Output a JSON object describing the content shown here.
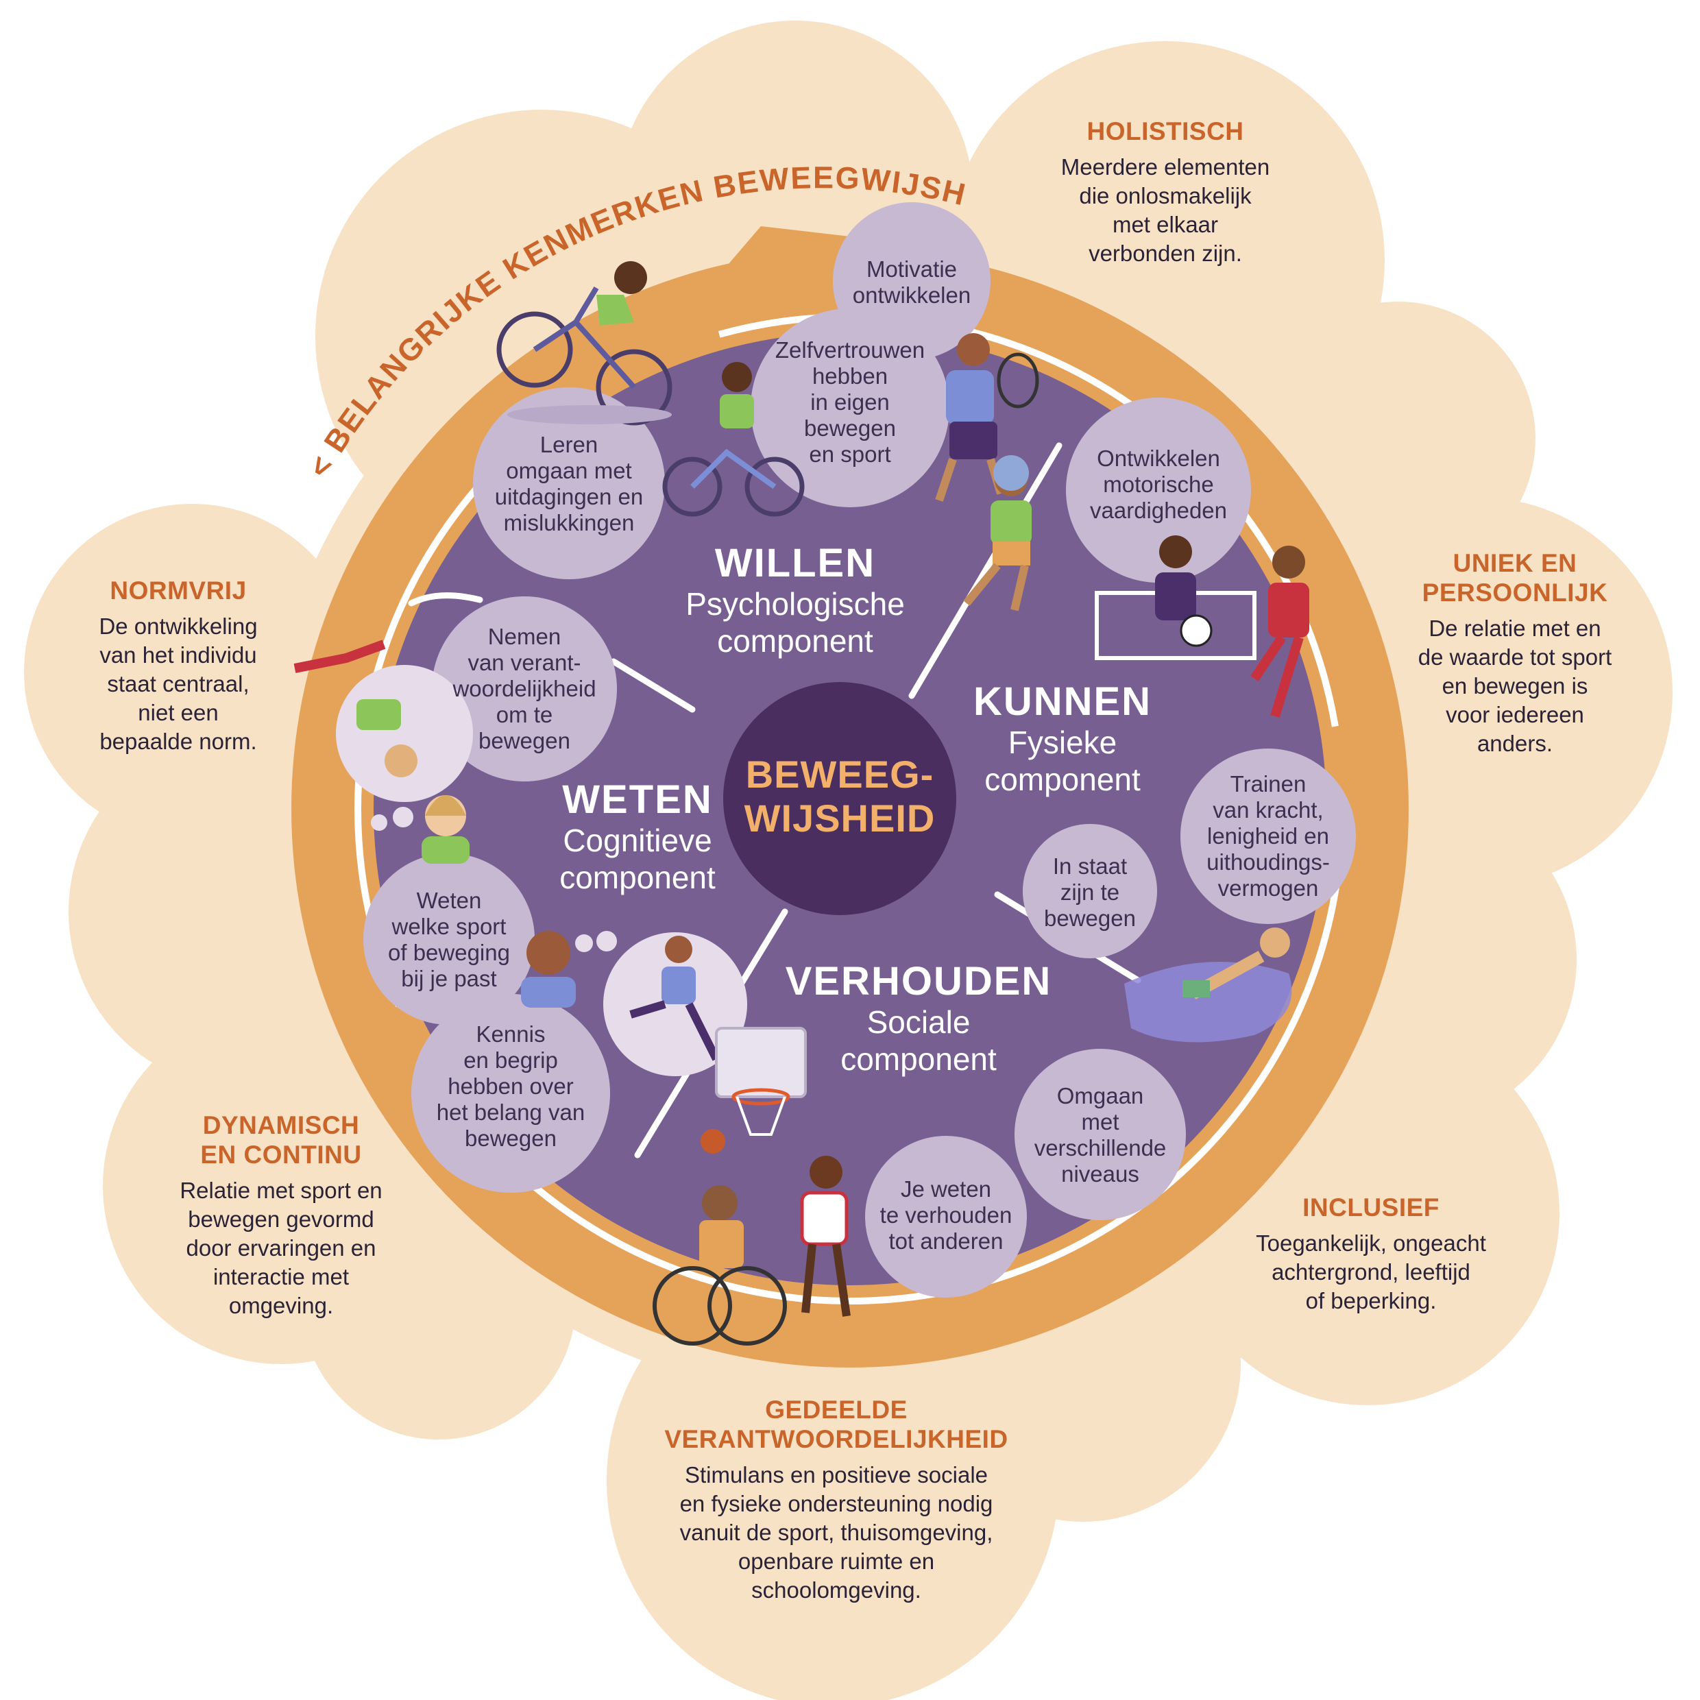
{
  "arc_title": "< BELANGRIJKE KENMERKEN BEWEEGWIJSHEID >",
  "hub": {
    "line1": "BEWEEG-",
    "line2": "WIJSHEID"
  },
  "components": {
    "willen": {
      "title": "WILLEN",
      "sub1": "Psychologische",
      "sub2": "component"
    },
    "kunnen": {
      "title": "KUNNEN",
      "sub1": "Fysieke",
      "sub2": "component"
    },
    "weten": {
      "title": "WETEN",
      "sub1": "Cognitieve",
      "sub2": "component"
    },
    "verhouden": {
      "title": "VERHOUDEN",
      "sub1": "Sociale",
      "sub2": "component"
    }
  },
  "bubbles": {
    "motivatie": [
      "Motivatie",
      "ontwikkelen"
    ],
    "zelfvertrouwen": [
      "Zelfvertrouwen",
      "hebben",
      "in eigen",
      "bewegen",
      "en sport"
    ],
    "leren": [
      "Leren",
      "omgaan met",
      "uitdagingen en",
      "mislukkingen"
    ],
    "motorisch": [
      "Ontwikkelen",
      "motorische",
      "vaardigheden"
    ],
    "nemen": [
      "Nemen",
      "van verant-",
      "woordelijkheid",
      "om te",
      "bewegen"
    ],
    "trainen": [
      "Trainen",
      "van kracht,",
      "lenigheid en",
      "uithoudings-",
      "vermogen"
    ],
    "instaat": [
      "In staat",
      "zijn te",
      "bewegen"
    ],
    "welke": [
      "Weten",
      "welke sport",
      "of beweging",
      "bij je past"
    ],
    "kennis": [
      "Kennis",
      "en begrip",
      "hebben over",
      "het belang van",
      "bewegen"
    ],
    "omgaan": [
      "Omgaan",
      "met",
      "verschillende",
      "niveaus"
    ],
    "verhouden": [
      "Je weten",
      "te verhouden",
      "tot anderen"
    ]
  },
  "kenmerken": {
    "holistisch": {
      "title": [
        "HOLISTISCH"
      ],
      "body": [
        "Meerdere elementen",
        "die onlosmakelijk",
        "met elkaar",
        "verbonden zijn."
      ]
    },
    "uniek": {
      "title": [
        "UNIEK EN",
        "PERSOONLIJK"
      ],
      "body": [
        "De relatie met en",
        "de waarde tot sport",
        "en bewegen is",
        "voor iedereen",
        "anders."
      ]
    },
    "normvrij": {
      "title": [
        "NORMVRIJ"
      ],
      "body": [
        "De ontwikkeling",
        "van het individu",
        "staat centraal,",
        "niet een",
        "bepaalde norm."
      ]
    },
    "dynamisch": {
      "title": [
        "DYNAMISCH",
        "EN CONTINU"
      ],
      "body": [
        "Relatie met sport en",
        "bewegen gevormd",
        "door ervaringen en",
        "interactie met",
        "omgeving."
      ]
    },
    "inclusief": {
      "title": [
        "INCLUSIEF"
      ],
      "body": [
        "Toegankelijk, ongeacht",
        "achtergrond, leeftijd",
        "of beperking."
      ]
    },
    "gedeeld": {
      "title": [
        "GEDEELDE",
        "VERANTWOORDELIJKHEID"
      ],
      "body": [
        "Stimulans en positieve sociale",
        "en fysieke ondersteuning nodig",
        "vanuit de sport, thuisomgeving,",
        "openbare ruimte en",
        "schoolomgeving."
      ]
    }
  },
  "colors": {
    "cream": "#f8e2c5",
    "orange_ring": "#e5a35a",
    "purple_disc": "#776091",
    "hub": "#4a2e5f",
    "bubble": "#c8b9d3",
    "accent_text": "#c9652a"
  },
  "icons": [
    "cyclist-icon",
    "tennis-player-icon",
    "child-cyclist-icon",
    "skater-icon",
    "goalkeeper-icon",
    "soccer-player-icon",
    "cartwheel-icon",
    "thinking-girl-icon",
    "thinking-boy-icon",
    "runner-icon",
    "basketball-hoop-icon",
    "wheelchair-player-icon",
    "basketball-girl-icon",
    "swimmer-icon"
  ]
}
